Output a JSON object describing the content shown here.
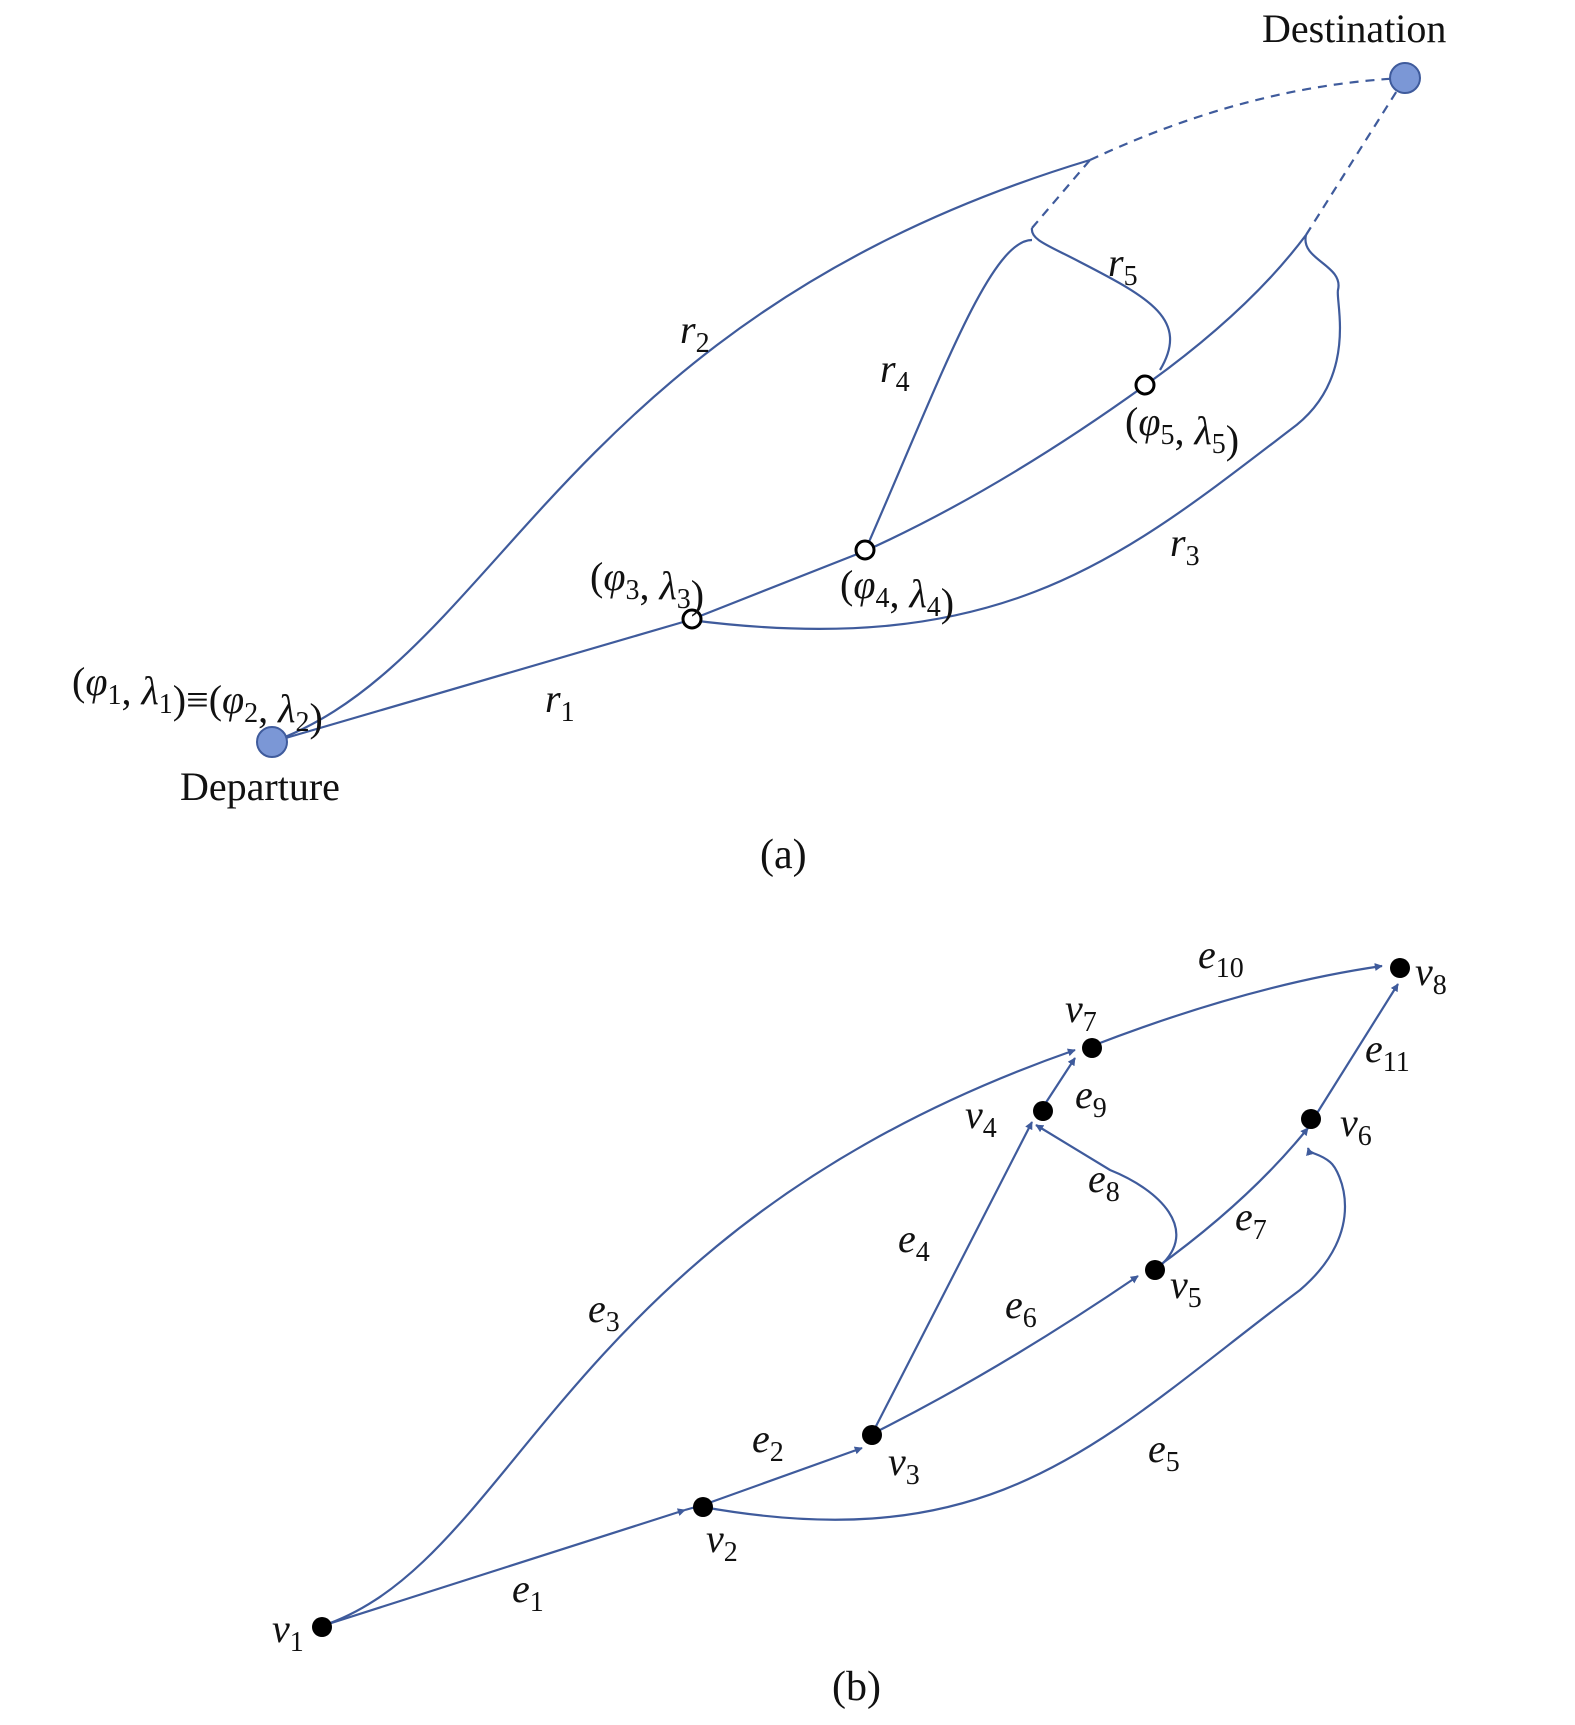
{
  "panel_a": {
    "departure_label": "Departure",
    "destination_label": "Destination",
    "departure_coords": "(φ1, λ1)≡(φ2, λ2)",
    "waypoints": {
      "p3": "(φ3, λ3)",
      "p4": "(φ4, λ4)",
      "p5": "(φ5, λ5)"
    },
    "routes": [
      "r1",
      "r2",
      "r3",
      "r4",
      "r5"
    ],
    "caption": "(a)"
  },
  "panel_b": {
    "vertices": [
      "v1",
      "v2",
      "v3",
      "v4",
      "v5",
      "v6",
      "v7",
      "v8"
    ],
    "edges": [
      "e1",
      "e2",
      "e3",
      "e4",
      "e5",
      "e6",
      "e7",
      "e8",
      "e9",
      "e10",
      "e11"
    ],
    "caption": "(b)"
  },
  "colors": {
    "route_line": "#3f5b9c",
    "endpoint_fill": "#7b97d6",
    "vertex_fill": "#000000"
  }
}
